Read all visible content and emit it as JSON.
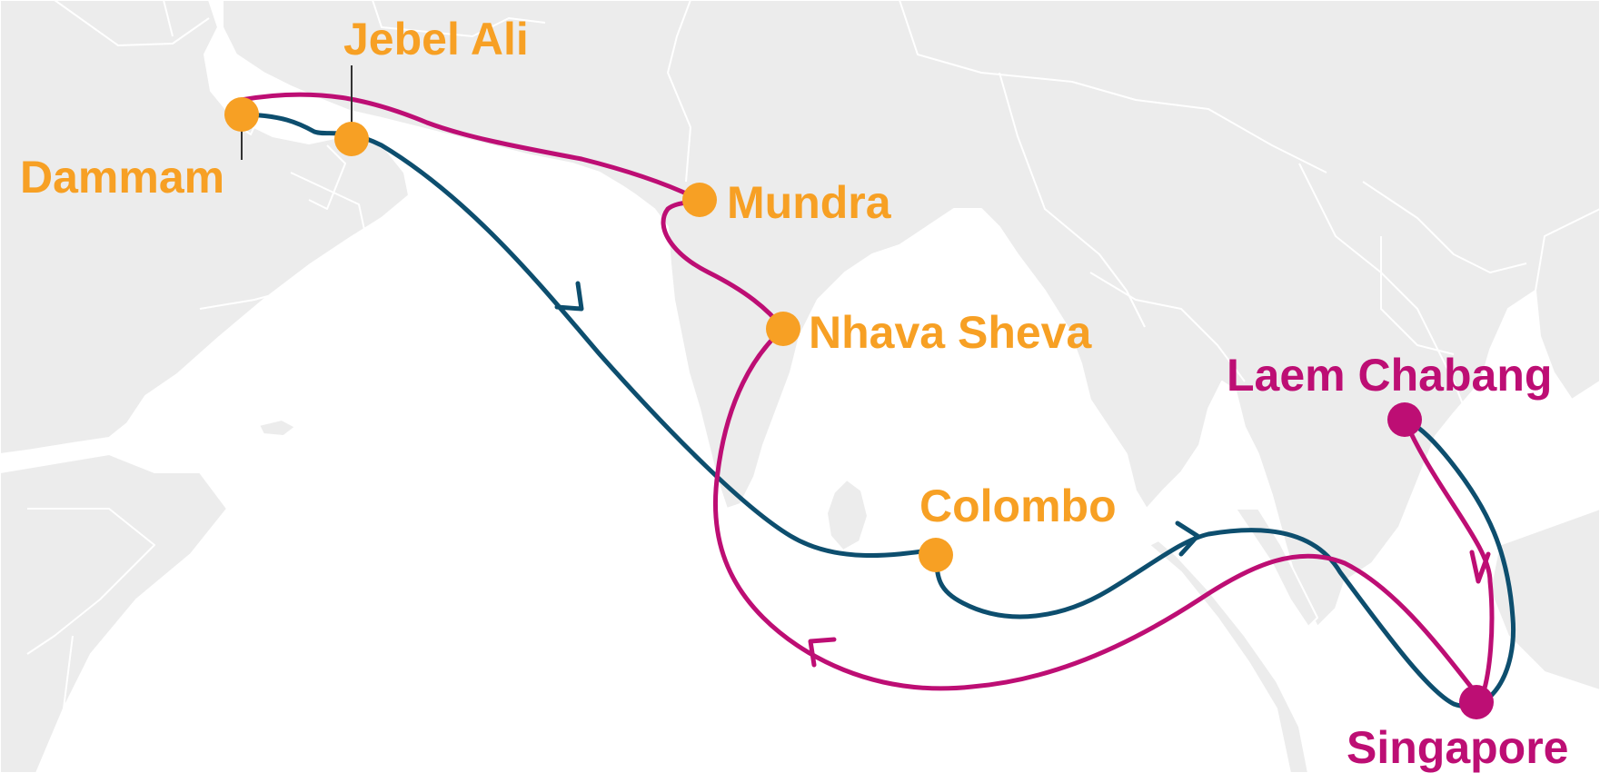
{
  "colors": {
    "ocean": "#ffffff",
    "land": "#ececec",
    "border": "#ffffff",
    "port_orange": "#f7a024",
    "port_magenta": "#bd0e74",
    "route_blue": "#0d4e6e",
    "route_magenta": "#bd0e74"
  },
  "ports": [
    {
      "id": "dammam",
      "label": "Dammam",
      "color": "port_orange"
    },
    {
      "id": "jebel-ali",
      "label": "Jebel Ali",
      "color": "port_orange"
    },
    {
      "id": "mundra",
      "label": "Mundra",
      "color": "port_orange"
    },
    {
      "id": "nhava-sheva",
      "label": "Nhava Sheva",
      "color": "port_orange"
    },
    {
      "id": "colombo",
      "label": "Colombo",
      "color": "port_orange"
    },
    {
      "id": "laem-chabang",
      "label": "Laem Chabang",
      "color": "port_magenta"
    },
    {
      "id": "singapore",
      "label": "Singapore",
      "color": "port_magenta"
    }
  ],
  "routes": [
    {
      "id": "blue-loop",
      "color": "route_blue",
      "sequence": [
        "Dammam",
        "Jebel Ali",
        "Colombo",
        "Singapore",
        "Laem Chabang"
      ]
    },
    {
      "id": "magenta-loop",
      "color": "route_magenta",
      "sequence": [
        "Laem Chabang",
        "Singapore",
        "Nhava Sheva",
        "Mundra",
        "Dammam"
      ]
    }
  ]
}
